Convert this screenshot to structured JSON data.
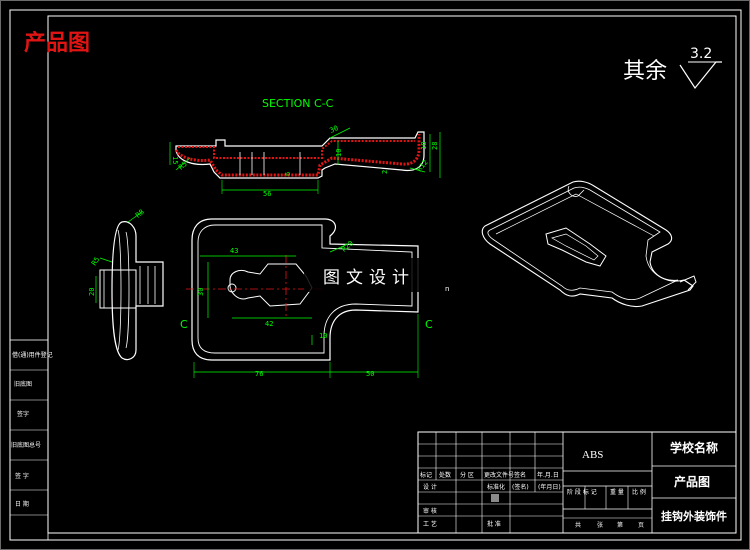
{
  "header": {
    "label": "产品图",
    "label_color": "#e11414"
  },
  "surface_finish": {
    "text": "其余",
    "value": "3.2"
  },
  "section": {
    "title": "SECTION C-C",
    "cut_label": "C",
    "dimensions": [
      "56",
      "R5",
      "15",
      "30",
      "R12",
      "18",
      "28",
      "2",
      "6",
      "10"
    ]
  },
  "front_view": {
    "dimensions": [
      "43",
      "30",
      "42",
      "R20",
      "10",
      "76",
      "50"
    ]
  },
  "side_view": {
    "dimensions": [
      "R8",
      "R5",
      "20"
    ]
  },
  "watermark": {
    "text": "图文设计",
    "suffix": "n"
  },
  "left_strip": {
    "cells": [
      "借(通)用件登记",
      "旧底图",
      "签字",
      "旧底图总号",
      "签 字",
      "日 期"
    ]
  },
  "title_block": {
    "material": "ABS",
    "school_name": "学校名称",
    "drawing_name": "产品图",
    "part_name": "挂钩外装饰件",
    "rev_headers": [
      "标记",
      "处数",
      "分 区",
      "更改文件号",
      "签名",
      "年.月.日"
    ],
    "sign_rows": [
      "设 计",
      "审 核",
      "工 艺"
    ],
    "std_labels": [
      "标准化",
      "(签名)",
      "(年月日)",
      "批 准"
    ],
    "stage_labels": [
      "阶 段 标 记",
      "重 量",
      "比 例"
    ],
    "sheet_labels": [
      "共",
      "张",
      "第",
      "页"
    ]
  },
  "colors": {
    "border": "#ffffff",
    "outline": "#ffffff",
    "dimension": "#00ff00",
    "title": "#00ff00",
    "centerline": "#e11414",
    "hatch": "#e11414",
    "cut_label": "#00ff00"
  }
}
